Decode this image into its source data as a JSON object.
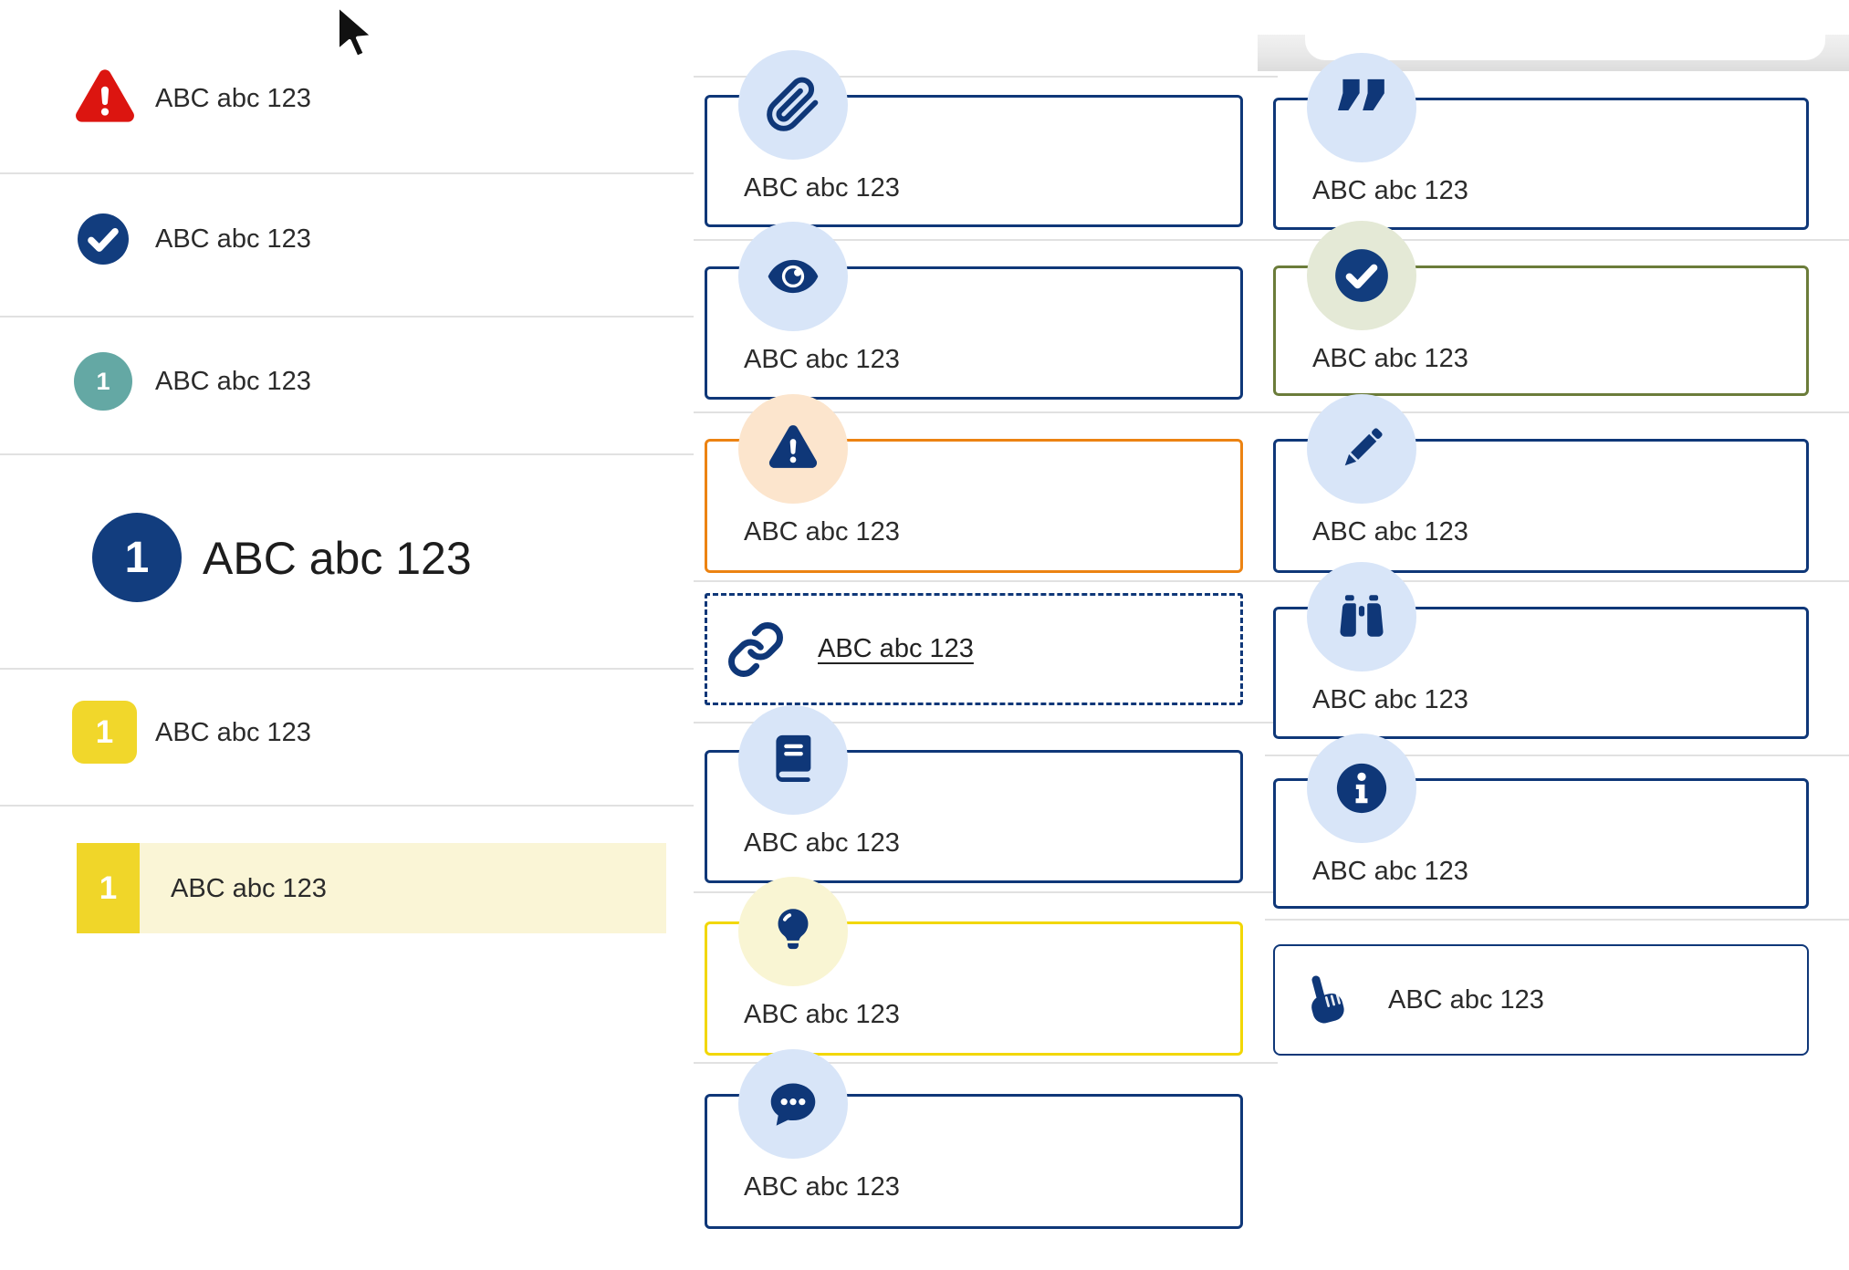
{
  "colors": {
    "navy": "#0f3778",
    "red": "#dc1510",
    "teal": "#64a8a4",
    "orange_border": "#ec8312",
    "yellow_border": "#f2d704",
    "yellow_badge": "#f1d72b",
    "highlight_bg": "#faf5d6",
    "olive_border": "#6b7c3a",
    "icon_circle_blue": "#d8e5f8",
    "icon_circle_peach": "#fce5cd",
    "icon_circle_pale_yellow": "#f9f5d3",
    "icon_circle_sage": "#e4e9d6",
    "divider": "#e1e1e1",
    "text": "#2b2b2b"
  },
  "left_list": {
    "items": [
      {
        "icon": "warning-triangle-icon",
        "variant": "error",
        "label": "ABC abc 123"
      },
      {
        "icon": "check-circle-icon",
        "variant": "success",
        "label": "ABC abc 123"
      },
      {
        "icon": "number-badge",
        "variant": "teal",
        "badge": "1",
        "label": "ABC abc 123"
      },
      {
        "icon": "number-badge",
        "variant": "primary-large",
        "badge": "1",
        "label": "ABC abc 123"
      },
      {
        "icon": "number-badge",
        "variant": "yellow",
        "badge": "1",
        "label": "ABC abc 123"
      },
      {
        "icon": "number-badge",
        "variant": "yellow-highlighted",
        "badge": "1",
        "label": "ABC abc 123",
        "state": "highlighted"
      }
    ]
  },
  "middle_column": {
    "items": [
      {
        "icon": "paperclip-icon",
        "style": "navy",
        "label": "ABC abc 123"
      },
      {
        "icon": "eye-icon",
        "style": "navy",
        "label": "ABC abc 123"
      },
      {
        "icon": "warning-triangle-icon",
        "style": "orange",
        "label": "ABC abc 123"
      },
      {
        "icon": "link-icon",
        "style": "dashed-link",
        "label": "ABC abc 123"
      },
      {
        "icon": "book-icon",
        "style": "navy",
        "label": "ABC abc 123"
      },
      {
        "icon": "lightbulb-icon",
        "style": "yellow",
        "label": "ABC abc 123"
      },
      {
        "icon": "chat-bubble-icon",
        "style": "navy",
        "label": "ABC abc 123"
      }
    ]
  },
  "right_column": {
    "items": [
      {
        "icon": "quote-icon",
        "style": "navy",
        "glyph": "”",
        "label": "ABC abc 123"
      },
      {
        "icon": "check-circle-icon",
        "style": "green",
        "label": "ABC abc 123"
      },
      {
        "icon": "pencil-icon",
        "style": "navy",
        "label": "ABC abc 123"
      },
      {
        "icon": "binoculars-icon",
        "style": "navy",
        "label": "ABC abc 123"
      },
      {
        "icon": "info-icon",
        "style": "navy",
        "label": "ABC abc 123"
      },
      {
        "icon": "hand-pointer-icon",
        "style": "navy-inline",
        "label": "ABC abc 123"
      }
    ]
  }
}
